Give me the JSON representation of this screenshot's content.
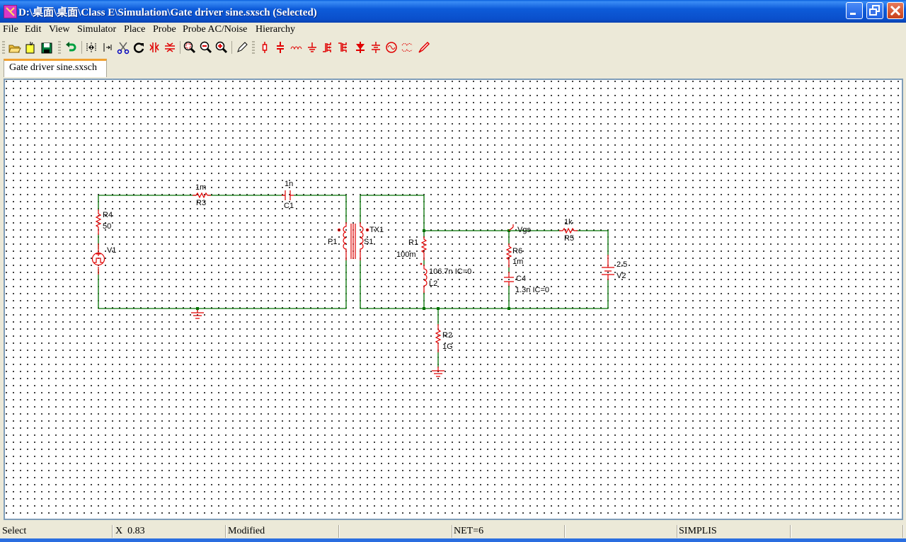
{
  "window": {
    "title": "D:\\桌面\\桌面\\Class E\\Simulation\\Gate driver sine.sxsch (Selected)",
    "controls": [
      "minimize",
      "maximize",
      "close"
    ]
  },
  "menu": {
    "items": [
      "File",
      "Edit",
      "View",
      "Simulator",
      "Place",
      "Probe",
      "Probe AC/Noise",
      "Hierarchy"
    ]
  },
  "toolbar": {
    "buttons": [
      {
        "name": "open",
        "icon": "open-folder-icon"
      },
      {
        "name": "new",
        "icon": "new-file-icon"
      },
      {
        "name": "save",
        "icon": "save-disk-icon"
      },
      {
        "name": "undo",
        "icon": "undo-arrow-icon"
      },
      {
        "name": "mirror-horizontal",
        "icon": "mirror-h-icon"
      },
      {
        "name": "mirror-vertical",
        "icon": "mirror-v-icon"
      },
      {
        "name": "cut",
        "icon": "scissors-icon"
      },
      {
        "name": "rotate",
        "icon": "rotate-icon"
      },
      {
        "name": "flip-h",
        "icon": "flip-h-red-icon"
      },
      {
        "name": "flip-v",
        "icon": "flip-v-red-icon"
      },
      {
        "name": "zoom-fit",
        "icon": "zoom-fit-icon"
      },
      {
        "name": "zoom-out",
        "icon": "zoom-out-icon"
      },
      {
        "name": "zoom-in",
        "icon": "zoom-in-icon"
      },
      {
        "name": "wire",
        "icon": "pencil-icon"
      },
      {
        "name": "resistor",
        "icon": "resistor-icon"
      },
      {
        "name": "capacitor",
        "icon": "capacitor-icon"
      },
      {
        "name": "inductor",
        "icon": "inductor-icon"
      },
      {
        "name": "ground",
        "icon": "ground-icon"
      },
      {
        "name": "nmos",
        "icon": "nmos-icon"
      },
      {
        "name": "pmos",
        "icon": "pmos-icon"
      },
      {
        "name": "diode",
        "icon": "diode-icon"
      },
      {
        "name": "battery",
        "icon": "battery-icon"
      },
      {
        "name": "sine-source",
        "icon": "sine-source-icon"
      },
      {
        "name": "transformer",
        "icon": "transformer-icon"
      },
      {
        "name": "probe",
        "icon": "probe-icon"
      }
    ]
  },
  "tabs": [
    {
      "label": "Gate driver sine.sxsch",
      "active": true
    }
  ],
  "schematic": {
    "components": [
      {
        "ref": "R4",
        "value": "50",
        "type": "resistor"
      },
      {
        "ref": "R3",
        "value": "1m",
        "type": "resistor"
      },
      {
        "ref": "C1",
        "value": "1n",
        "type": "capacitor"
      },
      {
        "ref": "V1",
        "value": "",
        "type": "pulse-source"
      },
      {
        "ref": "TX1",
        "value": "",
        "type": "transformer",
        "primary": "P1",
        "secondary": "S1"
      },
      {
        "ref": "R1",
        "value": "100m",
        "type": "resistor"
      },
      {
        "ref": "L2",
        "value": "106.7n IC=0",
        "type": "inductor"
      },
      {
        "ref": "R2",
        "value": "1G",
        "type": "resistor"
      },
      {
        "ref": "R6",
        "value": "1m",
        "type": "resistor"
      },
      {
        "ref": "C4",
        "value": "1.3n IC=0",
        "type": "capacitor"
      },
      {
        "ref": "R5",
        "value": "1k",
        "type": "resistor"
      },
      {
        "ref": "V2",
        "value": "2.5",
        "type": "dc-source"
      }
    ],
    "probes": [
      {
        "label": "Vgs"
      }
    ],
    "colors": {
      "wire": "#007000",
      "component": "#e00000",
      "junction": "#007000"
    }
  },
  "status": {
    "mode": "Select",
    "coord": "X  0.83",
    "modified": "Modified",
    "cell4": "",
    "net": "NET=6",
    "cell6": "",
    "simulator": "SIMPLIS",
    "cell8": ""
  }
}
